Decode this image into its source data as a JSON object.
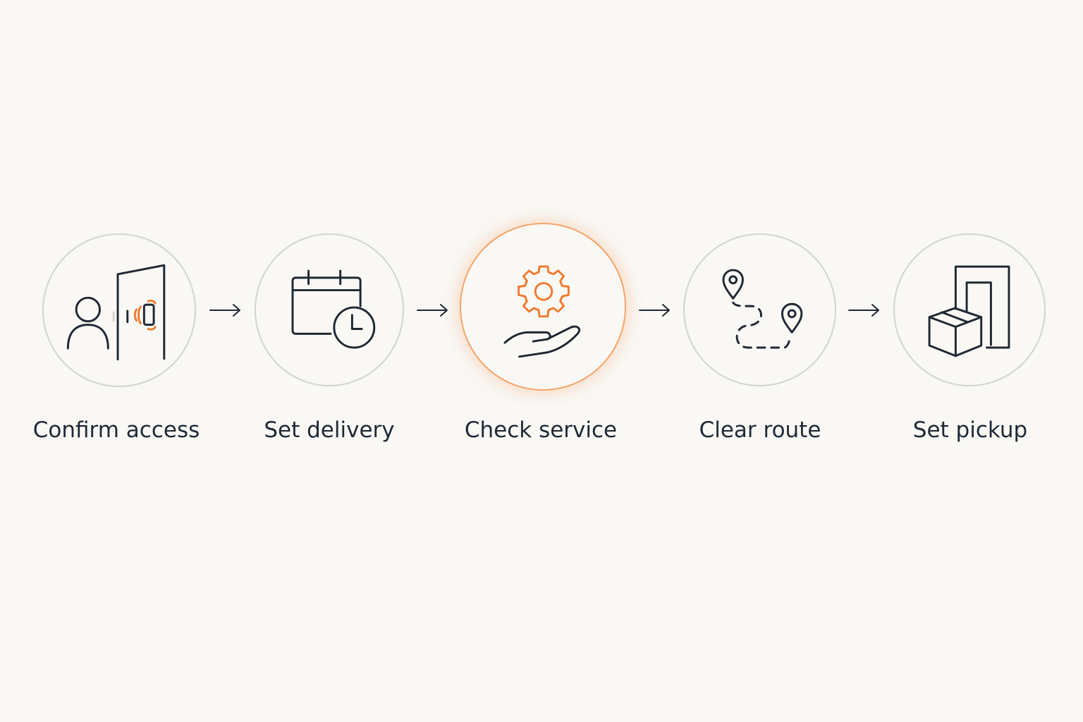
{
  "steps": [
    {
      "label": "Confirm access",
      "icon": "person-door-keycard-icon",
      "active": false
    },
    {
      "label": "Set delivery",
      "icon": "calendar-clock-icon",
      "active": false
    },
    {
      "label": "Check service",
      "icon": "gear-hand-icon",
      "active": true
    },
    {
      "label": "Clear route",
      "icon": "map-route-icon",
      "active": false
    },
    {
      "label": "Set pickup",
      "icon": "box-doorway-icon",
      "active": false
    }
  ],
  "colors": {
    "background": "#f9f8f5",
    "ink": "#1f2833",
    "accent": "#f27a2e",
    "circle_border": "#d3d3d1",
    "active_border": "#f6a46a"
  }
}
